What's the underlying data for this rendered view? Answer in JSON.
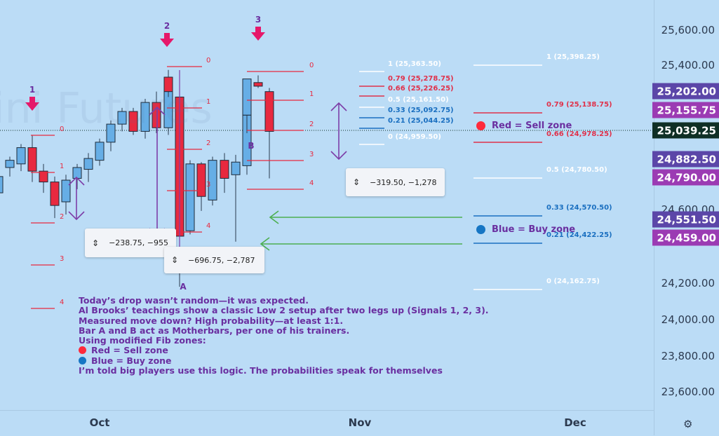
{
  "watermark": "ini Futures",
  "price_axis": {
    "ticks": [
      "25,600.00",
      "25,400.00",
      "24,600.00",
      "24,200.00",
      "24,000.00",
      "23,800.00",
      "23,600.00"
    ],
    "badges": [
      {
        "label": "25,202.00",
        "color": "#5b46a8"
      },
      {
        "label": "25,155.75",
        "color": "#9b3bb3"
      },
      {
        "label": "25,039.25",
        "color": "#0f2f25"
      },
      {
        "label": "24,882.50",
        "color": "#5b46a8"
      },
      {
        "label": "24,790.00",
        "color": "#9b3bb3"
      },
      {
        "label": "24,551.50",
        "color": "#5b46a8"
      },
      {
        "label": "24,459.00",
        "color": "#9b3bb3"
      }
    ]
  },
  "time_axis": {
    "labels": [
      "Oct",
      "Nov",
      "Dec"
    ]
  },
  "signals": [
    "1",
    "2",
    "3"
  ],
  "bar_labels": {
    "a": "A",
    "b": "B"
  },
  "fib_small_1": [
    "0",
    "1",
    "2",
    "3",
    "4"
  ],
  "fib_small_2": [
    "0",
    "1",
    "2",
    "3",
    "4"
  ],
  "fib_small_3": [
    "0",
    "1",
    "2",
    "3",
    "4"
  ],
  "fib_mid": [
    {
      "label": "1 (25,363.50)",
      "color": "#ffffff"
    },
    {
      "label": "0.79 (25,278.75)",
      "color": "#e0314a"
    },
    {
      "label": "0.66 (25,226.25)",
      "color": "#e0314a"
    },
    {
      "label": "0.5 (25,161.50)",
      "color": "#ffffff"
    },
    {
      "label": "0.33 (25,092.75)",
      "color": "#1a6fc0"
    },
    {
      "label": "0.21 (25,044.25)",
      "color": "#1a6fc0"
    },
    {
      "label": "0 (24,959.50)",
      "color": "#ffffff"
    }
  ],
  "fib_big": [
    {
      "label": "1 (25,398.25)",
      "color": "#ffffff"
    },
    {
      "label": "0.79 (25,138.75)",
      "color": "#e0314a"
    },
    {
      "label": "0.66 (24,978.25)",
      "color": "#e0314a"
    },
    {
      "label": "0.5 (24,780.50)",
      "color": "#ffffff"
    },
    {
      "label": "0.33 (24,570.50)",
      "color": "#1a6fc0"
    },
    {
      "label": "0.21 (24,422.25)",
      "color": "#1a6fc0"
    },
    {
      "label": "0 (24,162.75)",
      "color": "#ffffff"
    }
  ],
  "measures": {
    "m1": "−319.50, −1,278",
    "m2": "−238.75, −955",
    "m3": "−696.75, −2,787"
  },
  "legend": {
    "red": "Red = Sell zone",
    "blue": "Blue = Buy zone",
    "red_color": "#ff2a3c",
    "blue_color": "#1676c4"
  },
  "note": {
    "line1": "Today’s drop wasn’t random—it was expected.",
    "line2": "Al Brooks’ teachings show a classic Low 2 setup after two legs up (Signals 1, 2, 3).",
    "line3": "Measured move down? High probability—at least 1:1.",
    "line4": "Bar A and B act as Motherbars, per one of his trainers.",
    "line5": "Using modified Fib zones:",
    "line6": "Red = Sell zone",
    "line7": "Blue = Buy zone",
    "line8": "I’m told big players use this logic. The probabilities speak for themselves"
  },
  "chart_data": {
    "type": "candlestick",
    "symbol": "E-mini Futures (partial watermark)",
    "y_unit": "index points",
    "ylim": [
      23520,
      25720
    ],
    "last_price": 25039.25,
    "x_labels": [
      "Oct",
      "Nov",
      "Dec"
    ],
    "candles": [
      {
        "o": 24700,
        "h": 24830,
        "l": 24620,
        "c": 24790
      },
      {
        "o": 24840,
        "h": 24900,
        "l": 24790,
        "c": 24880
      },
      {
        "o": 24860,
        "h": 24970,
        "l": 24820,
        "c": 24950
      },
      {
        "o": 24950,
        "h": 25020,
        "l": 24760,
        "c": 24820
      },
      {
        "o": 24820,
        "h": 24860,
        "l": 24700,
        "c": 24760
      },
      {
        "o": 24760,
        "h": 24790,
        "l": 24560,
        "c": 24630
      },
      {
        "o": 24650,
        "h": 24800,
        "l": 24580,
        "c": 24770
      },
      {
        "o": 24780,
        "h": 24860,
        "l": 24720,
        "c": 24840
      },
      {
        "o": 24830,
        "h": 24920,
        "l": 24760,
        "c": 24890
      },
      {
        "o": 24880,
        "h": 25000,
        "l": 24850,
        "c": 24980
      },
      {
        "o": 24980,
        "h": 25100,
        "l": 24930,
        "c": 25080
      },
      {
        "o": 25080,
        "h": 25170,
        "l": 25040,
        "c": 25150
      },
      {
        "o": 25150,
        "h": 25170,
        "l": 25020,
        "c": 25040
      },
      {
        "o": 25040,
        "h": 25220,
        "l": 25000,
        "c": 25200
      },
      {
        "o": 25200,
        "h": 25260,
        "l": 25030,
        "c": 25060
      },
      {
        "o": 25060,
        "h": 25320,
        "l": 25020,
        "c": 25280
      },
      {
        "o": 25340,
        "h": 25380,
        "l": 25230,
        "c": 25260
      },
      {
        "o": 25230,
        "h": 25240,
        "l": 24180,
        "c": 24460
      },
      {
        "o": 24490,
        "h": 24880,
        "l": 24470,
        "c": 24860
      },
      {
        "o": 24860,
        "h": 24870,
        "l": 24600,
        "c": 24680
      },
      {
        "o": 24660,
        "h": 24900,
        "l": 24630,
        "c": 24880
      },
      {
        "o": 24880,
        "h": 24920,
        "l": 24700,
        "c": 24780
      },
      {
        "o": 24800,
        "h": 24910,
        "l": 24430,
        "c": 24870
      },
      {
        "o": 24850,
        "h": 25240,
        "l": 24800,
        "c": 25130
      },
      {
        "o": 25130,
        "h": 25330,
        "l": 25030,
        "c": 25330
      },
      {
        "o": 25310,
        "h": 25350,
        "l": 25280,
        "c": 25290
      },
      {
        "o": 25260,
        "h": 25280,
        "l": 24780,
        "c": 25040
      }
    ],
    "annotations": [
      "Signal 1",
      "Signal 2",
      "Signal 3",
      "Bar A",
      "Bar B"
    ]
  }
}
